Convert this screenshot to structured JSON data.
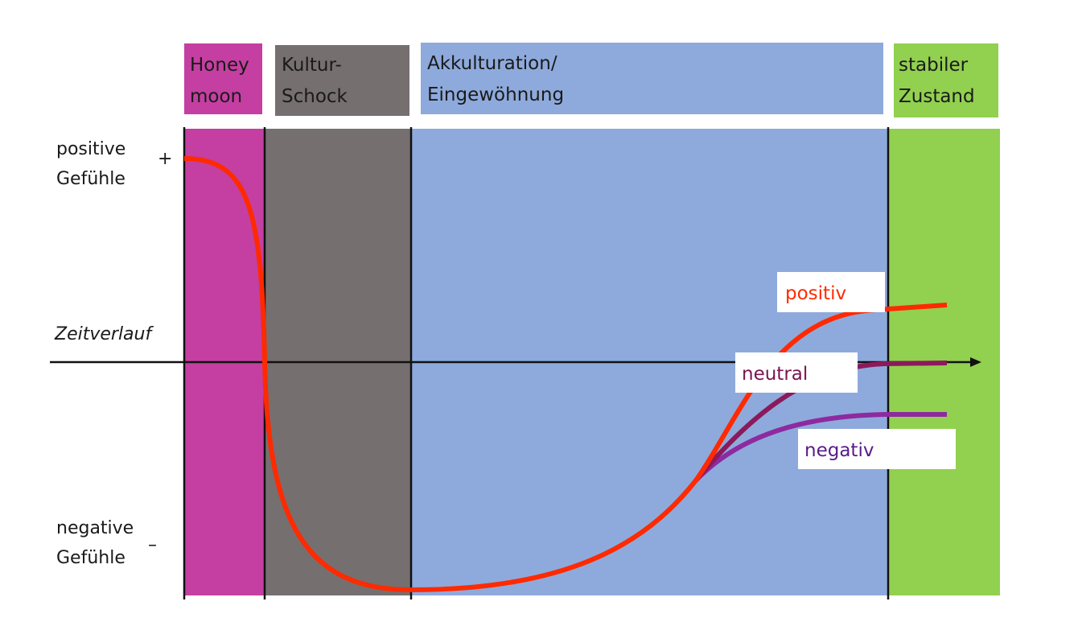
{
  "phases": [
    {
      "line1": "Honey",
      "line2": "moon",
      "color": "#c43fa1"
    },
    {
      "line1": "Kultur-",
      "line2": "Schock",
      "color": "#766f6f"
    },
    {
      "line1": "Akkulturation/",
      "line2": "Eingewöhnung",
      "color": "#8eaadc"
    },
    {
      "line1": "stabiler",
      "line2": "Zustand",
      "color": "#92d050"
    }
  ],
  "y_axis": {
    "top_line1": "positive",
    "top_line2": "Gefühle",
    "top_sign": "+",
    "bottom_line1": "negative",
    "bottom_line2": "Gefühle",
    "bottom_sign": "–"
  },
  "x_axis": {
    "label": "Zeitverlauf"
  },
  "outcomes": [
    {
      "label": "positiv",
      "color": "#ff2a00",
      "text_color": "#ff2a00"
    },
    {
      "label": "neutral",
      "color": "#8b1a5c",
      "text_color": "#7a1550"
    },
    {
      "label": "negativ",
      "color": "#8e2aa0",
      "text_color": "#5a1a8a"
    }
  ]
}
